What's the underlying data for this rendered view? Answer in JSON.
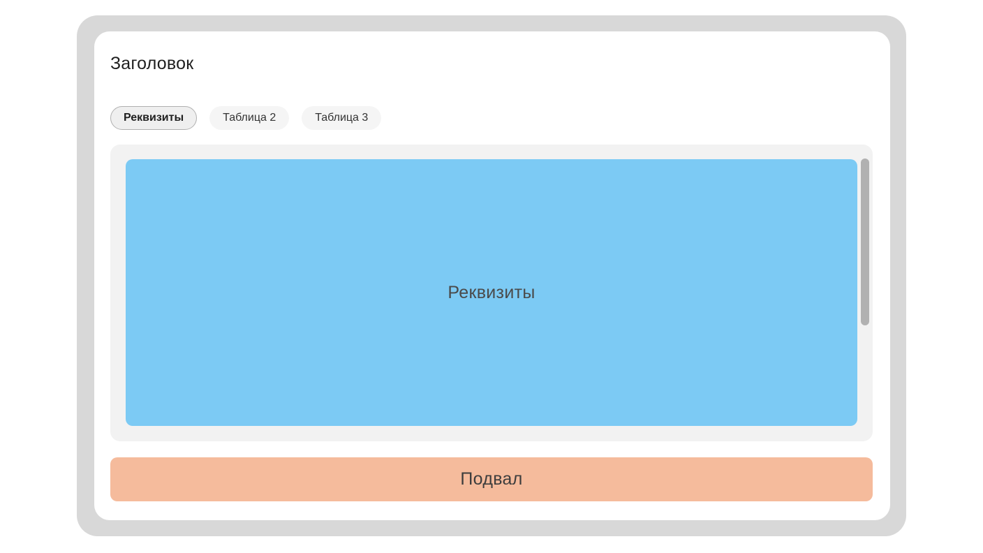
{
  "window": {
    "title": "Заголовок"
  },
  "tabs": [
    {
      "label": "Реквизиты",
      "active": true
    },
    {
      "label": "Таблица 2",
      "active": false
    },
    {
      "label": "Таблица 3",
      "active": false
    }
  ],
  "content": {
    "label": "Реквизиты"
  },
  "footer": {
    "label": "Подвал"
  },
  "colors": {
    "frame-gray": "#d8d8d8",
    "panel-gray": "#f2f2f2",
    "content-blue": "#7ccaf4",
    "footer-salmon": "#f5bb9c",
    "scrollbar-gray": "#b1b1b1",
    "tab-active-bg": "#efefef",
    "tab-active-border": "#b0b0b0",
    "tab-inactive-bg": "#f5f5f5",
    "text-dark": "#1f1f1f",
    "text-muted": "#4a4a4a"
  }
}
